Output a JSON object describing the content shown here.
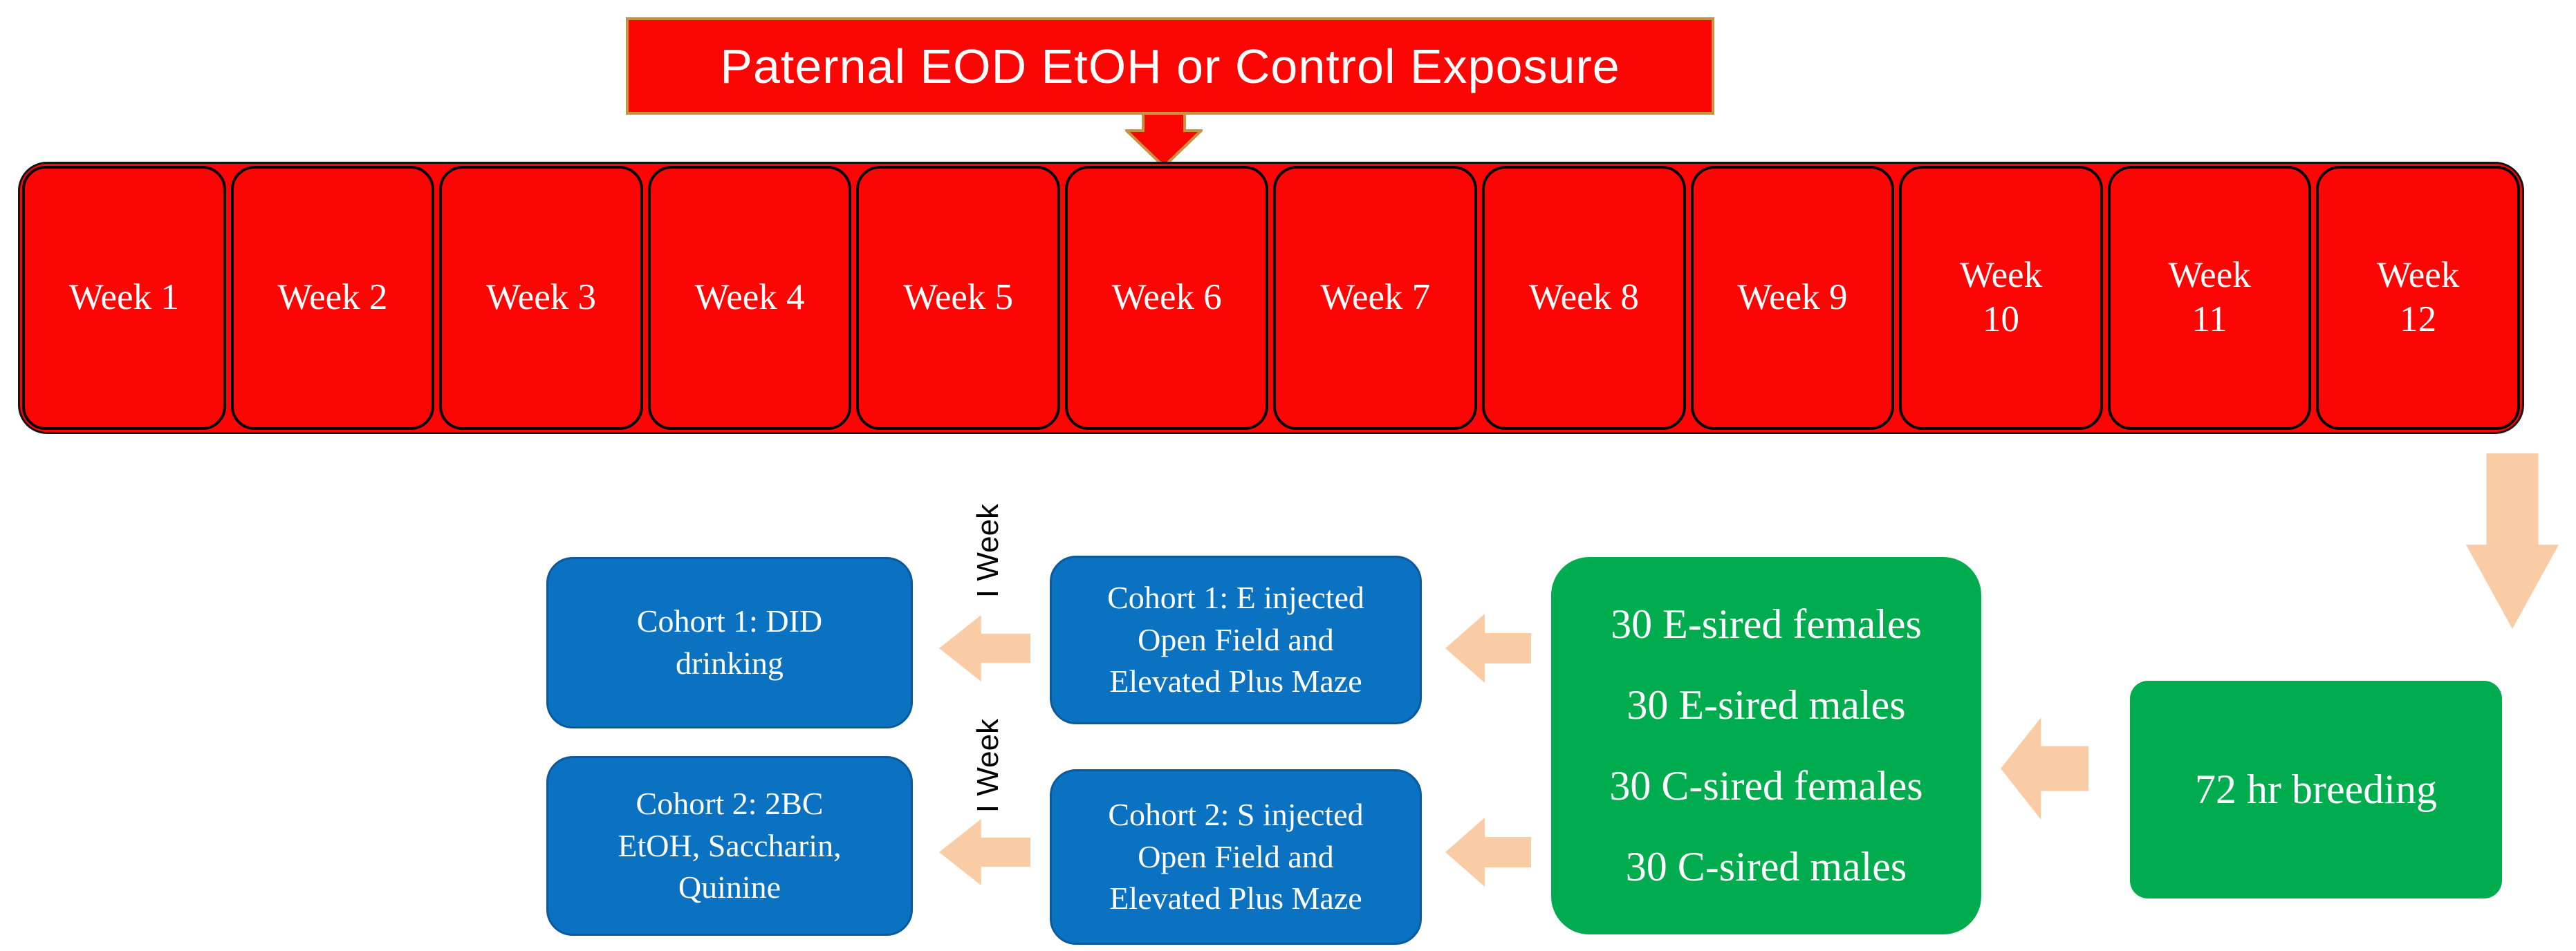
{
  "colors": {
    "red": "#FB0505",
    "gold_border": "#C8923F",
    "peach_arrow": "#F9CCA6",
    "green": "#00AC4E",
    "blue": "#0A72C0",
    "blue_border": "#0A5A9C",
    "black": "#000000",
    "white_text": "#FFFFFF"
  },
  "banner": {
    "label": "Paternal EOD EtOH or Control Exposure"
  },
  "timeline": {
    "weeks": [
      {
        "lines": [
          "Week 1"
        ]
      },
      {
        "lines": [
          "Week 2"
        ]
      },
      {
        "lines": [
          "Week 3"
        ]
      },
      {
        "lines": [
          "Week 4"
        ]
      },
      {
        "lines": [
          "Week 5"
        ]
      },
      {
        "lines": [
          "Week 6"
        ]
      },
      {
        "lines": [
          "Week 7"
        ]
      },
      {
        "lines": [
          "Week 8"
        ]
      },
      {
        "lines": [
          "Week 9"
        ]
      },
      {
        "lines": [
          "Week",
          "10"
        ]
      },
      {
        "lines": [
          "Week",
          "11"
        ]
      },
      {
        "lines": [
          "Week",
          "12"
        ]
      }
    ]
  },
  "flow": {
    "breeding_box": {
      "lines": [
        "72 hr breeding"
      ]
    },
    "offspring_box": {
      "lines": [
        "30 E-sired females",
        "30 E-sired males",
        "30 C-sired females",
        "30 C-sired males"
      ]
    },
    "cohort1_test_box": {
      "lines": [
        "Cohort 1: E injected",
        "Open Field and",
        "Elevated Plus Maze"
      ]
    },
    "cohort2_test_box": {
      "lines": [
        "Cohort 2: S injected",
        "Open Field and",
        "Elevated Plus Maze"
      ]
    },
    "cohort1_drinking_box": {
      "lines": [
        "Cohort 1: DID",
        "drinking"
      ]
    },
    "cohort2_drinking_box": {
      "lines": [
        "Cohort 2: 2BC",
        "EtOH, Saccharin,",
        "Quinine"
      ]
    },
    "gap_label_1": "I Week",
    "gap_label_2": "I Week"
  }
}
